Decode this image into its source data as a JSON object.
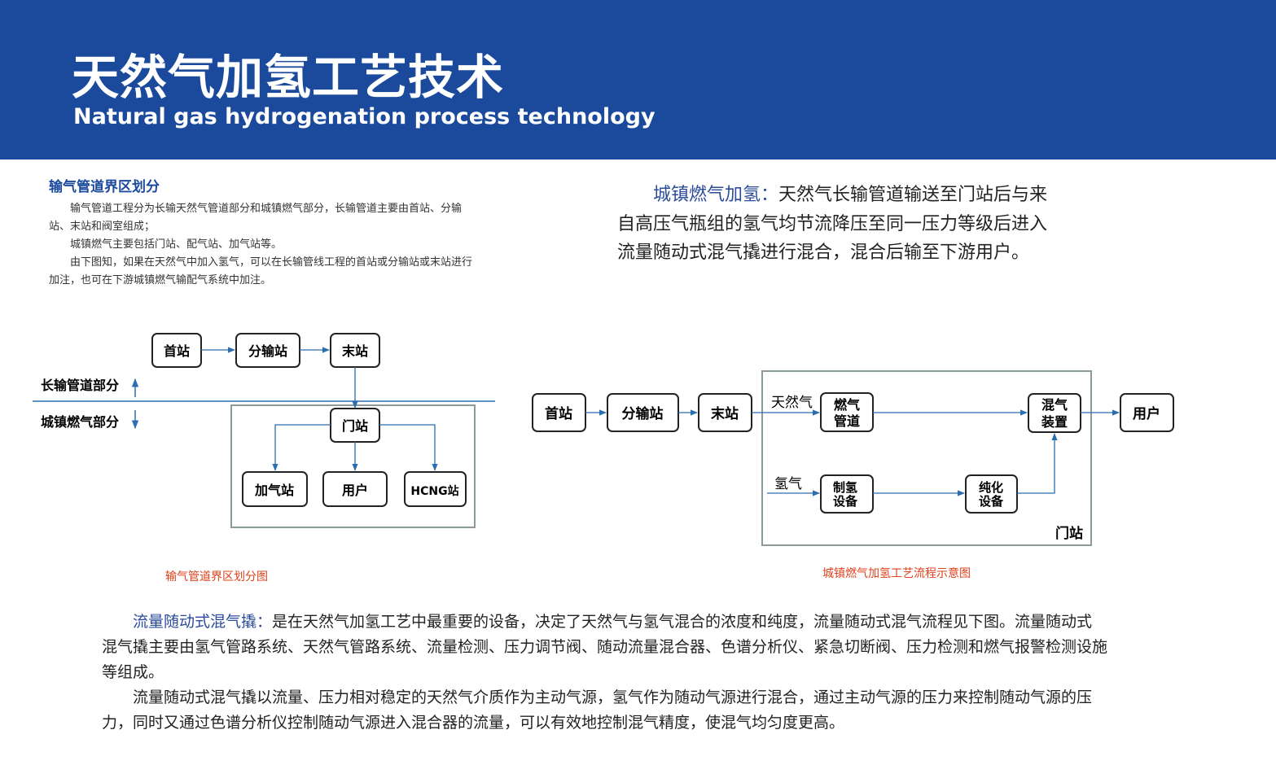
{
  "header": {
    "title_cn": "天然气加氢工艺技术",
    "title_en": "Natural gas hydrogenation process technology"
  },
  "left_section": {
    "heading": "输气管道界区划分",
    "paragraphs": [
      "输气管道工程分为长输天然气管道部分和城镇燃气部分，长输管道主要由首站、分输站、末站和阀室组成；",
      "城镇燃气主要包括门站、配气站、加气站等。",
      "由下图知，如果在天然气中加入氢气，可以在长输管线工程的首站或分输站或末站进行加注，也可在下游城镇燃气输配气系统中加注。"
    ]
  },
  "right_section": {
    "label": "城镇燃气加氢：",
    "text": "天然气长输管道输送至门站后与来自高压气瓶组的氢气均节流降压至同一压力等级后进入流量随动式混气撬进行混合，混合后输至下游用户。"
  },
  "diagram_left": {
    "nodes": {
      "first_station": "首站",
      "split_station": "分输站",
      "end_station": "末站",
      "gate_station": "门站",
      "filling_station": "加气站",
      "user": "用户",
      "hcng_station": "HCNG站"
    },
    "long_pipeline_label": "长输管道部分",
    "city_gas_label": "城镇燃气部分",
    "caption": "输气管道界区划分图"
  },
  "diagram_right": {
    "nodes": {
      "first_station": "首站",
      "split_station": "分输站",
      "end_station": "末站",
      "gas_pipeline": [
        "燃气",
        "管道"
      ],
      "mixer": [
        "混气",
        "装置"
      ],
      "user": "用户",
      "hydrogen_production": [
        "制氢",
        "设备"
      ],
      "purification": [
        "纯化",
        "设备"
      ]
    },
    "natural_gas_label": "天然气",
    "hydrogen_label": "氢气",
    "gate_station_label": "门站",
    "caption": "城镇燃气加氢工艺流程示意图"
  },
  "bottom_section": {
    "label": "流量随动式混气撬：",
    "para1": "是在天然气加氢工艺中最重要的设备，决定了天然气与氢气混合的浓度和纯度，流量随动式混气流程见下图。流量随动式混气撬主要由氢气管路系统、天然气管路系统、流量检测、压力调节阀、随动流量混合器、色谱分析仪、紧急切断阀、压力检测和燃气报警检测设施等组成。",
    "para2": "流量随动式混气撬以流量、压力相对稳定的天然气介质作为主动气源，氢气作为随动气源进行混合，通过主动气源的压力来控制随动气源的压力，同时又通过色谱分析仪控制随动气源进入混合器的流量，可以有效地控制混气精度，使混气均匀度更高。"
  },
  "colors": {
    "banner": "#1b4a9c",
    "heading": "#1b4a9c",
    "caption": "#e0401a",
    "arrow": "#2a6db0"
  }
}
